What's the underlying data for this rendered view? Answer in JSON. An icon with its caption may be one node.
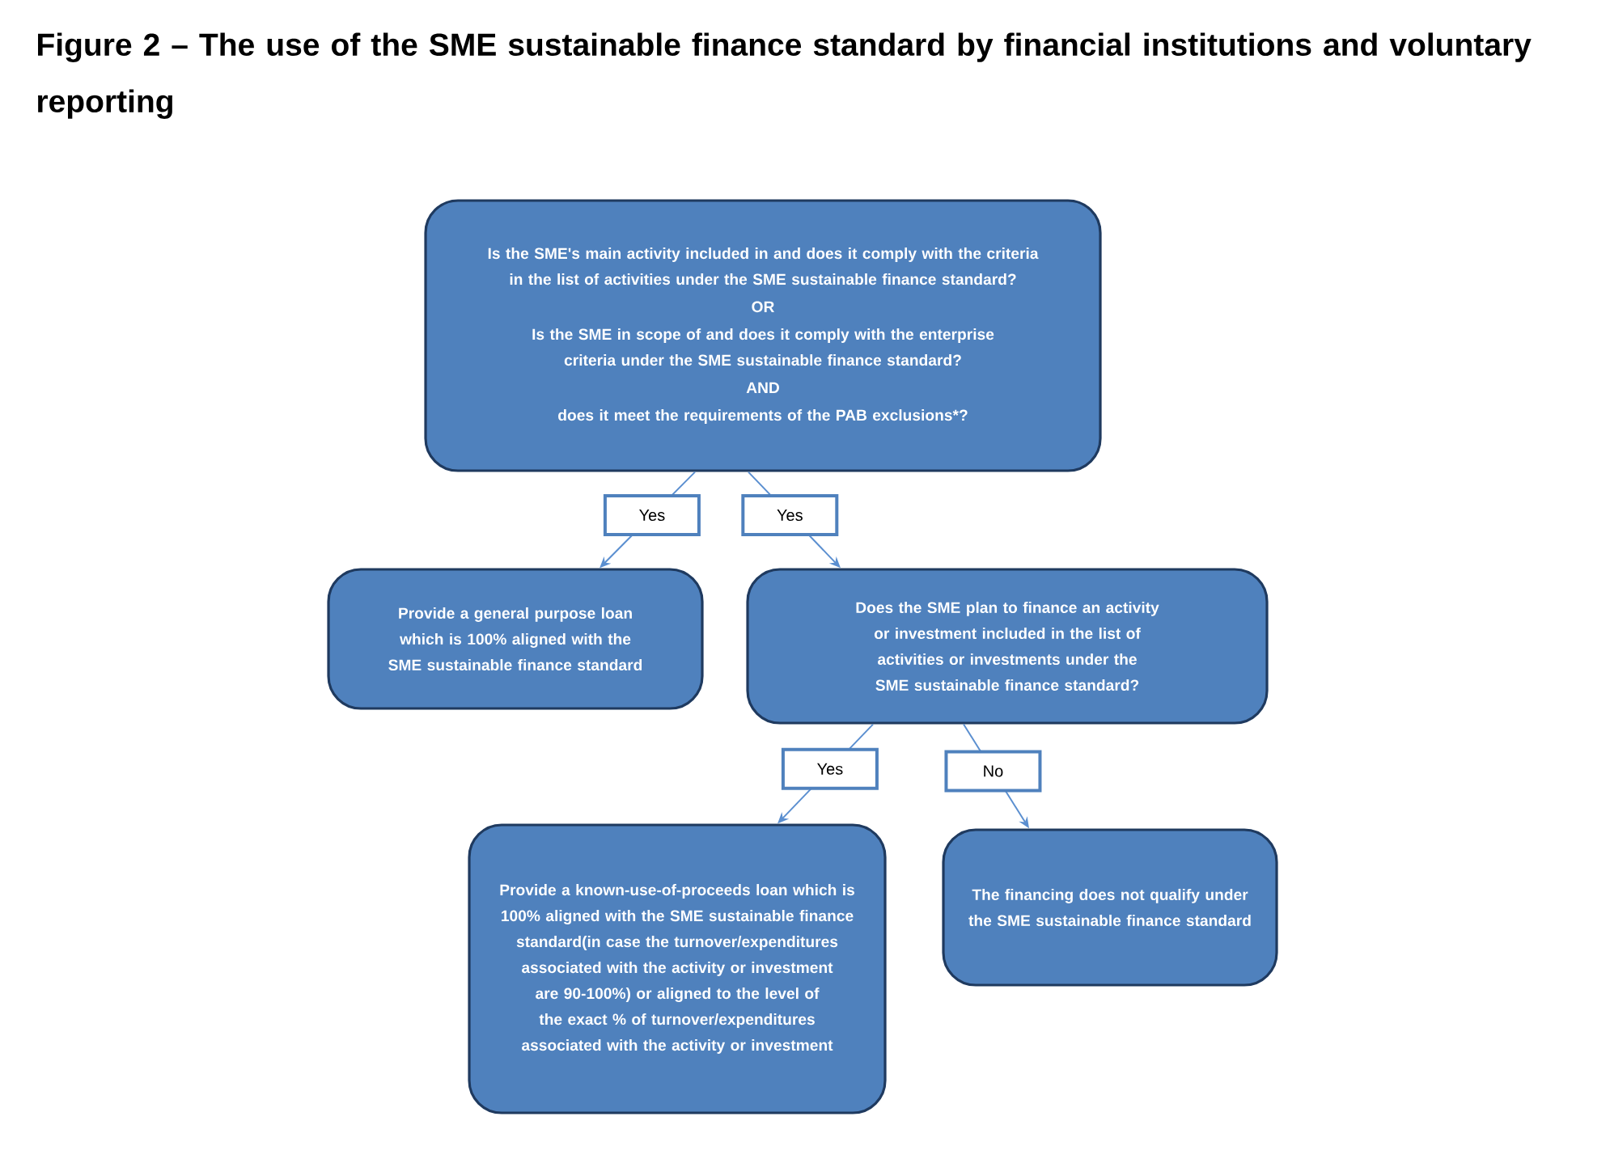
{
  "diagram": {
    "title": "Figure 2 – The use of the SME sustainable finance standard by financial institutions and voluntary reporting",
    "nodes": [
      {
        "text": [
          "Is the SME's main activity included in and does it comply with the criteria in the list of activities under the SME sustainable finance standard?",
          "OR",
          "Is the SME in scope of and does it comply with the enterprise criteria under the SME sustainable finance standard?",
          "AND",
          "does it meet the requirements of the PAB exclusions*?"
        ]
      },
      {
        "text": [
          "Provide a general purpose loan which is 100% aligned with the SME sustainable finance standard"
        ]
      },
      {
        "text": [
          "Does the SME plan to finance an activity or investment included in the list of activities or investments under the SME sustainable finance standard?"
        ]
      },
      {
        "text": [
          "Provide a known-use-of-proceeds loan which is 100% aligned with the SME sustainable finance standard(in case the turnover/expenditures associated with the activity or investment are 90-100%) or aligned to the level of the exact % of turnover/expenditures associated with the activity or investment"
        ]
      },
      {
        "text": [
          "The financing does not qualify under the SME sustainable finance standard"
        ]
      }
    ],
    "edges": [
      {
        "from": 0,
        "to": 1,
        "arrow": "to",
        "label": "Yes"
      },
      {
        "from": 0,
        "to": 2,
        "arrow": "to",
        "label": "Yes"
      },
      {
        "from": 2,
        "to": 3,
        "arrow": "to",
        "label": "Yes"
      },
      {
        "from": 2,
        "to": 4,
        "arrow": "to",
        "label": "No"
      }
    ]
  }
}
